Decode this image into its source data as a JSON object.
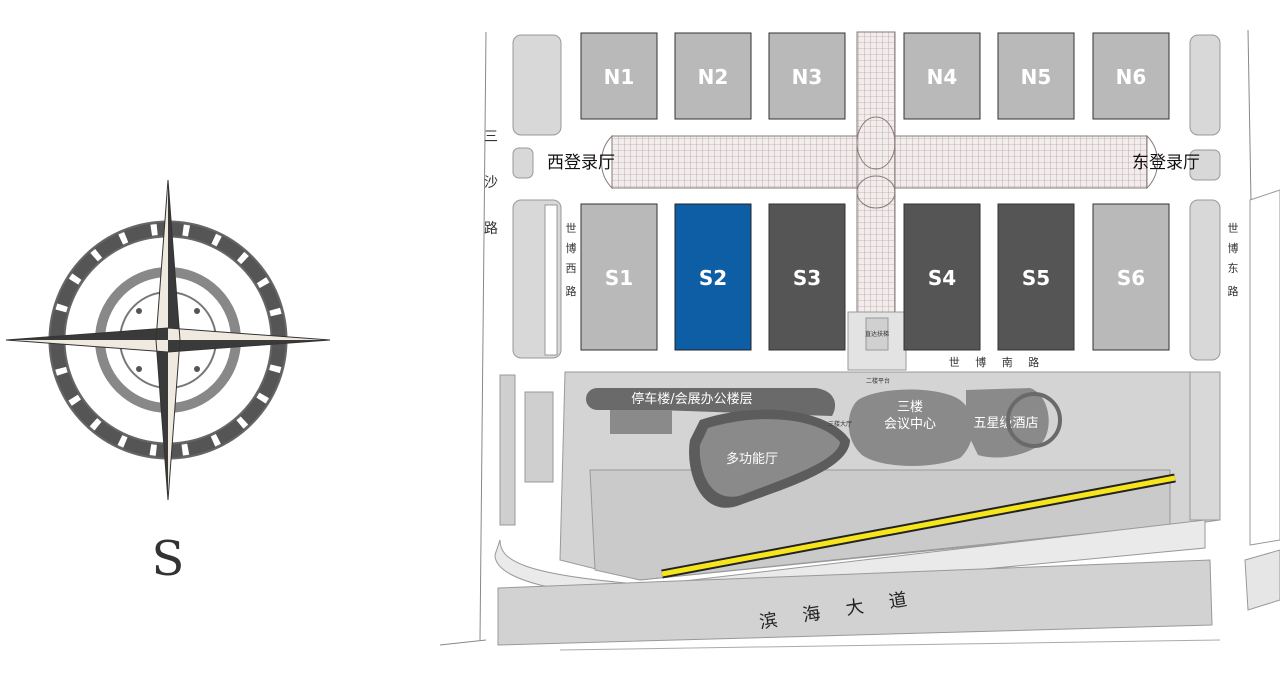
{
  "colors": {
    "hall_light": "#b9b9b9",
    "hall_dark": "#555555",
    "hall_selected": "#0e5ea6",
    "ground": "#d6d6d6",
    "building": "#8a8a8a",
    "highlight": "#f7e51c"
  },
  "compass": {
    "direction_label": "S",
    "icon": "compass-rose-icon"
  },
  "halls": {
    "north": [
      {
        "id": "N1",
        "state": "light"
      },
      {
        "id": "N2",
        "state": "light"
      },
      {
        "id": "N3",
        "state": "light"
      },
      {
        "id": "N4",
        "state": "light"
      },
      {
        "id": "N5",
        "state": "light"
      },
      {
        "id": "N6",
        "state": "light"
      }
    ],
    "south": [
      {
        "id": "S1",
        "state": "light"
      },
      {
        "id": "S2",
        "state": "selected"
      },
      {
        "id": "S3",
        "state": "dark"
      },
      {
        "id": "S4",
        "state": "dark"
      },
      {
        "id": "S5",
        "state": "dark"
      },
      {
        "id": "S6",
        "state": "light"
      }
    ]
  },
  "lobbies": {
    "west": "西登录厅",
    "east": "东登录厅"
  },
  "roads": {
    "sansha": [
      "三",
      "沙",
      "路"
    ],
    "shibo_west": [
      "世",
      "博",
      "西",
      "路"
    ],
    "shibo_east": [
      "世",
      "博",
      "东",
      "路"
    ],
    "shibo_south": "世 博 南 路",
    "binhai": "滨 海 大 道"
  },
  "facilities": {
    "parking": "停车楼/会展办公楼层",
    "multi_hall": "多功能厅",
    "conference_line1": "三楼",
    "conference_line2": "会议中心",
    "hotel": "五星级酒店",
    "platform": "二楼平台",
    "lobby3": "三楼大厅"
  }
}
